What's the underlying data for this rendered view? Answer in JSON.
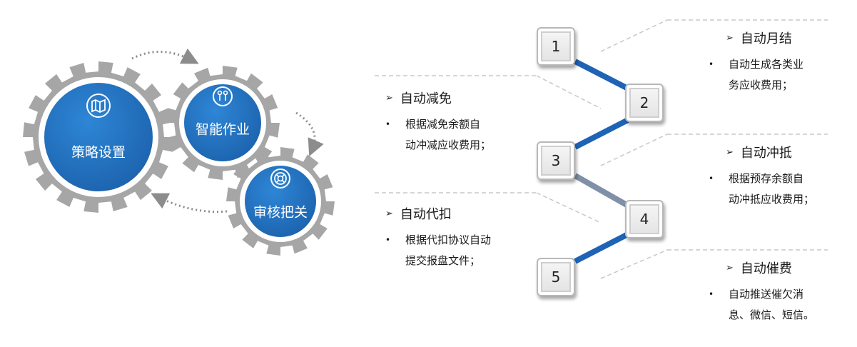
{
  "gears": [
    {
      "label": "策略设置",
      "icon": "map-icon"
    },
    {
      "label": "智能作业",
      "icon": "process-icon"
    },
    {
      "label": "审核把关",
      "icon": "lifebuoy-icon"
    }
  ],
  "steps": [
    "1",
    "2",
    "3",
    "4",
    "5"
  ],
  "items": [
    {
      "title": "自动月结",
      "desc": "自动生成各类业\n务应收费用；"
    },
    {
      "title": "自动减免",
      "desc": "根据减免余额自\n动冲减应收费用；"
    },
    {
      "title": "自动冲抵",
      "desc": "根据预存余额自\n动冲抵应收费用；"
    },
    {
      "title": "自动代扣",
      "desc": "根据代扣协议自动\n提交报盘文件；"
    },
    {
      "title": "自动催费",
      "desc": "自动推送催欠消\n息、微信、短信。"
    }
  ],
  "colors": {
    "gear_blue": "#1f6fbf",
    "gear_ring": "#a6a6a6",
    "line_blue": "#1e63b5",
    "line_grey": "#8090a8"
  }
}
